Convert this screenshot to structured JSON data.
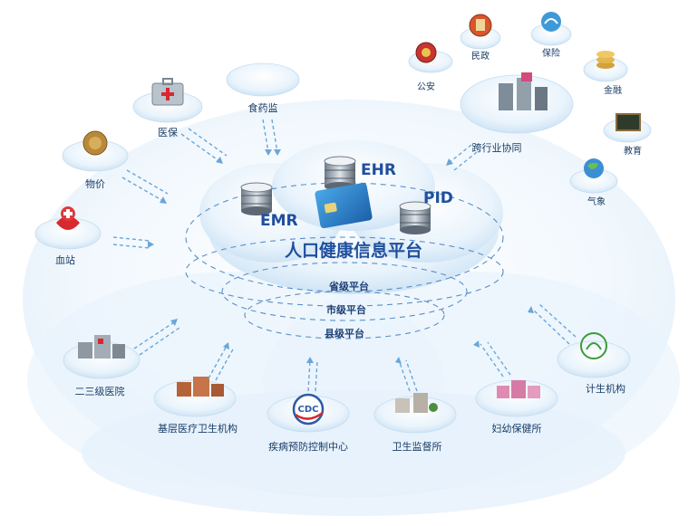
{
  "center": {
    "title": "人口健康信息平台",
    "acronyms": {
      "ehr": "EHR",
      "pid": "PID",
      "emr": "EMR"
    },
    "tiers": [
      "省级平台",
      "市级平台",
      "县级平台"
    ]
  },
  "cross_industry": {
    "label": "跨行业协同",
    "items": [
      "公安",
      "民政",
      "保险",
      "金融",
      "教育",
      "气象"
    ]
  },
  "left_nodes": [
    "食药监",
    "医保",
    "物价",
    "血站"
  ],
  "bottom_nodes": [
    "二三级医院",
    "基层医疗卫生机构",
    "疾病预防控制中心",
    "卫生监督所",
    "妇幼保健所",
    "计生机构"
  ],
  "logo_text": "CDC",
  "colors": {
    "cloud": "#e4f1fb",
    "cloud_edge": "#b9d8f0",
    "arrow": "#6aa6d8",
    "text": "#1a3d66",
    "title": "#1f4f9e"
  }
}
